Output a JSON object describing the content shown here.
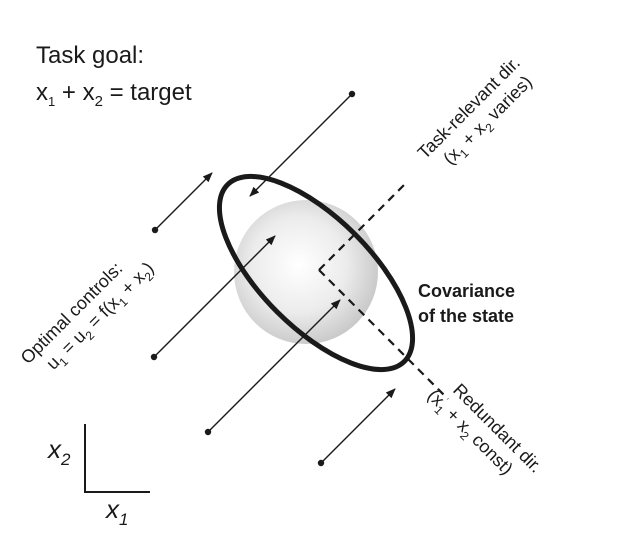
{
  "task_goal": {
    "heading": "Task goal:",
    "eq_x": "x",
    "eq_sub1": "1",
    "eq_plus": " + x",
    "eq_sub2": "2",
    "eq_rest": " = target"
  },
  "task_relevant": {
    "line1": "Task-relevant dir.",
    "l2_a": "(x",
    "l2_s1": "1",
    "l2_b": " + x",
    "l2_s2": "2",
    "l2_c": " varies)"
  },
  "redundant": {
    "line1": "Redundant dir.",
    "l2_a": "(x",
    "l2_s1": "1",
    "l2_b": " + x",
    "l2_s2": "2",
    "l2_c": " const)"
  },
  "optimal_controls": {
    "line1": "Optimal controls:",
    "l2_a": "u",
    "l2_s1": "1",
    "l2_b": " = u",
    "l2_s2": "2",
    "l2_c": " = f(x",
    "l2_s3": "1",
    "l2_d": " + x",
    "l2_s4": "2",
    "l2_e": ")"
  },
  "covariance": {
    "line1": "Covariance",
    "line2": "of the state"
  },
  "axes": {
    "x_letter": "x",
    "x_sub": "1",
    "y_letter": "x",
    "y_sub": "2"
  }
}
